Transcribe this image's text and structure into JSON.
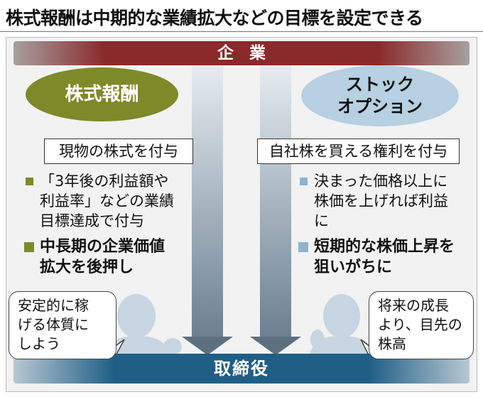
{
  "title": "株式報酬は中期的な業績拡大などの目標を設定できる",
  "top_bar": {
    "label": "企業"
  },
  "bottom_bar": {
    "label": "取締役"
  },
  "left": {
    "heading": "株式報酬",
    "box": "現物の株式を付与",
    "bullet_lines": [
      "「3年後の利益額や",
      "利益率」などの業績",
      "目標達成で付与"
    ],
    "emphasis_lines": [
      "中長期の企業価値",
      "拡大を後押し"
    ],
    "speech_lines": [
      "安定的に稼",
      "げる体質に",
      "しよう"
    ]
  },
  "right": {
    "heading_lines": [
      "ストック",
      "オプション"
    ],
    "box": "自社株を買える権利を付与",
    "bullet_lines": [
      "決まった価格以上に",
      "株価を上げれば利益",
      "に"
    ],
    "emphasis_lines": [
      "短期的な株価上昇を",
      "狙いがちに"
    ],
    "speech_lines": [
      "将来の成長",
      "より、目先の",
      "株高"
    ]
  },
  "colors": {
    "top_bar": "#8a2a2a",
    "bottom_bar": "#1f5f86",
    "left_accent": "#7d8a2a",
    "right_accent": "#b7d0e2",
    "arrow": "#6b7f90",
    "silhouette": "#c7d6e2"
  }
}
